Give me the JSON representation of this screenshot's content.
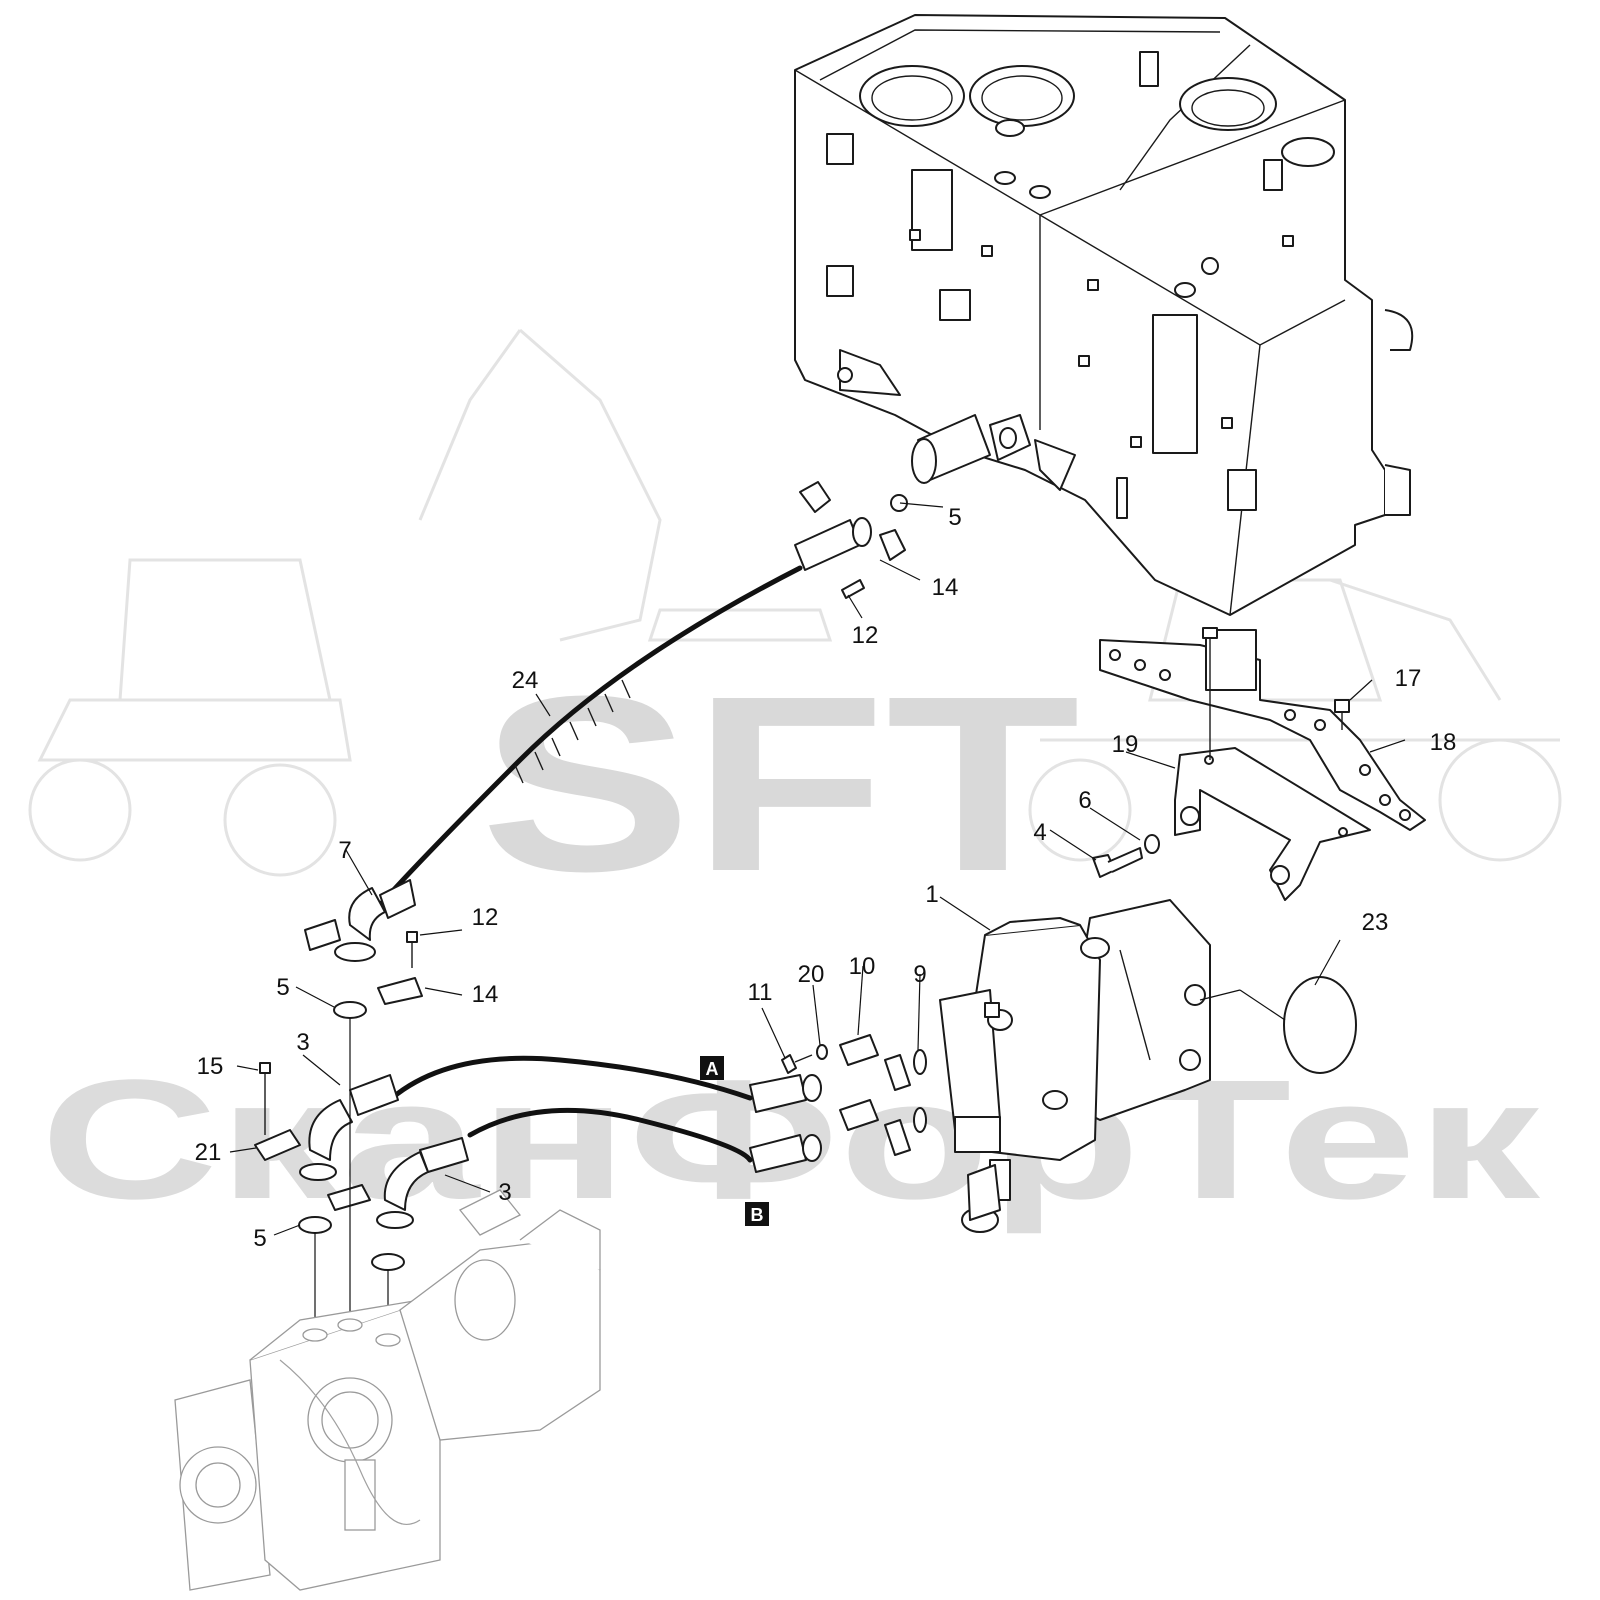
{
  "watermark": {
    "logo_text": "SFT",
    "brand_text": "СканФорТек"
  },
  "ports": {
    "a": "A",
    "b": "B"
  },
  "callouts": [
    {
      "id": "c1",
      "text": "1"
    },
    {
      "id": "c3a",
      "text": "3"
    },
    {
      "id": "c3b",
      "text": "3"
    },
    {
      "id": "c4",
      "text": "4"
    },
    {
      "id": "c5a",
      "text": "5"
    },
    {
      "id": "c5b",
      "text": "5"
    },
    {
      "id": "c5c",
      "text": "5"
    },
    {
      "id": "c6",
      "text": "6"
    },
    {
      "id": "c7",
      "text": "7"
    },
    {
      "id": "c9",
      "text": "9"
    },
    {
      "id": "c10",
      "text": "10"
    },
    {
      "id": "c11",
      "text": "11"
    },
    {
      "id": "c12a",
      "text": "12"
    },
    {
      "id": "c12b",
      "text": "12"
    },
    {
      "id": "c14a",
      "text": "14"
    },
    {
      "id": "c14b",
      "text": "14"
    },
    {
      "id": "c15",
      "text": "15"
    },
    {
      "id": "c17",
      "text": "17"
    },
    {
      "id": "c18",
      "text": "18"
    },
    {
      "id": "c19",
      "text": "19"
    },
    {
      "id": "c20",
      "text": "20"
    },
    {
      "id": "c21",
      "text": "21"
    },
    {
      "id": "c23",
      "text": "23"
    },
    {
      "id": "c24",
      "text": "24"
    }
  ]
}
